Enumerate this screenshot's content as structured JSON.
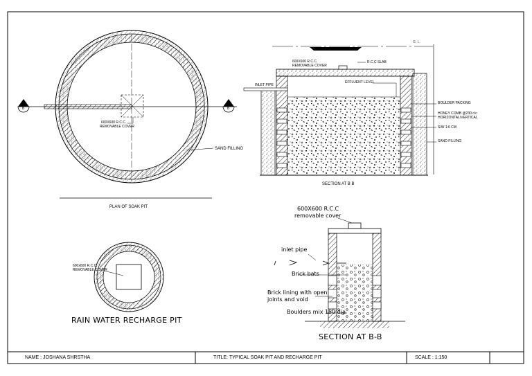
{
  "plan": {
    "title": "PLAN OF SOAK PIT",
    "cover_label_1": "600X600 R.C.C.",
    "cover_label_2": "REMOVABLE COVER",
    "sand_label": "SAND FILLING",
    "section_marker": "B"
  },
  "section_bb_top": {
    "title": "SECTION AT B B",
    "gl": "G. L.",
    "cover_1": "600X600 R.C.C.",
    "cover_2": "REMOVABLE COVER",
    "slab": "R.C.C SLAB",
    "inlet": "INLET PIPE",
    "effluent": "EFFLUENT LEVEL",
    "boulder": "BOULDER PACKING",
    "honey_1": "HONEY COMB @230 c/c",
    "honey_2": "HORIZONTAL/VERTICAL",
    "sw": "S/W 1:6 CM",
    "sand": "SAND FILLING"
  },
  "recharge": {
    "title": "RAIN WATER RECHARGE PIT",
    "cover_1": "600x600 R.C.C.",
    "cover_2": "REMOVABLE COVER"
  },
  "section_bb_bottom": {
    "title": "SECTION AT B-B",
    "cover_1": "600X600  R.C.C",
    "cover_2": "removable  cover",
    "inlet": "inlet  pipe",
    "brickbats": "Brick  bats",
    "lining_1": "Brick  lining  with  open",
    "lining_2": "joints  and  void",
    "boulders": "Boulders  mix  150 dia"
  },
  "title_block": {
    "name": "NAME : JOSHANA SHRSTHA",
    "title": "TITLE: TYPICAL SOAK PIT AND RECHARGE PIT",
    "scale": "SCALE : 1:150"
  }
}
